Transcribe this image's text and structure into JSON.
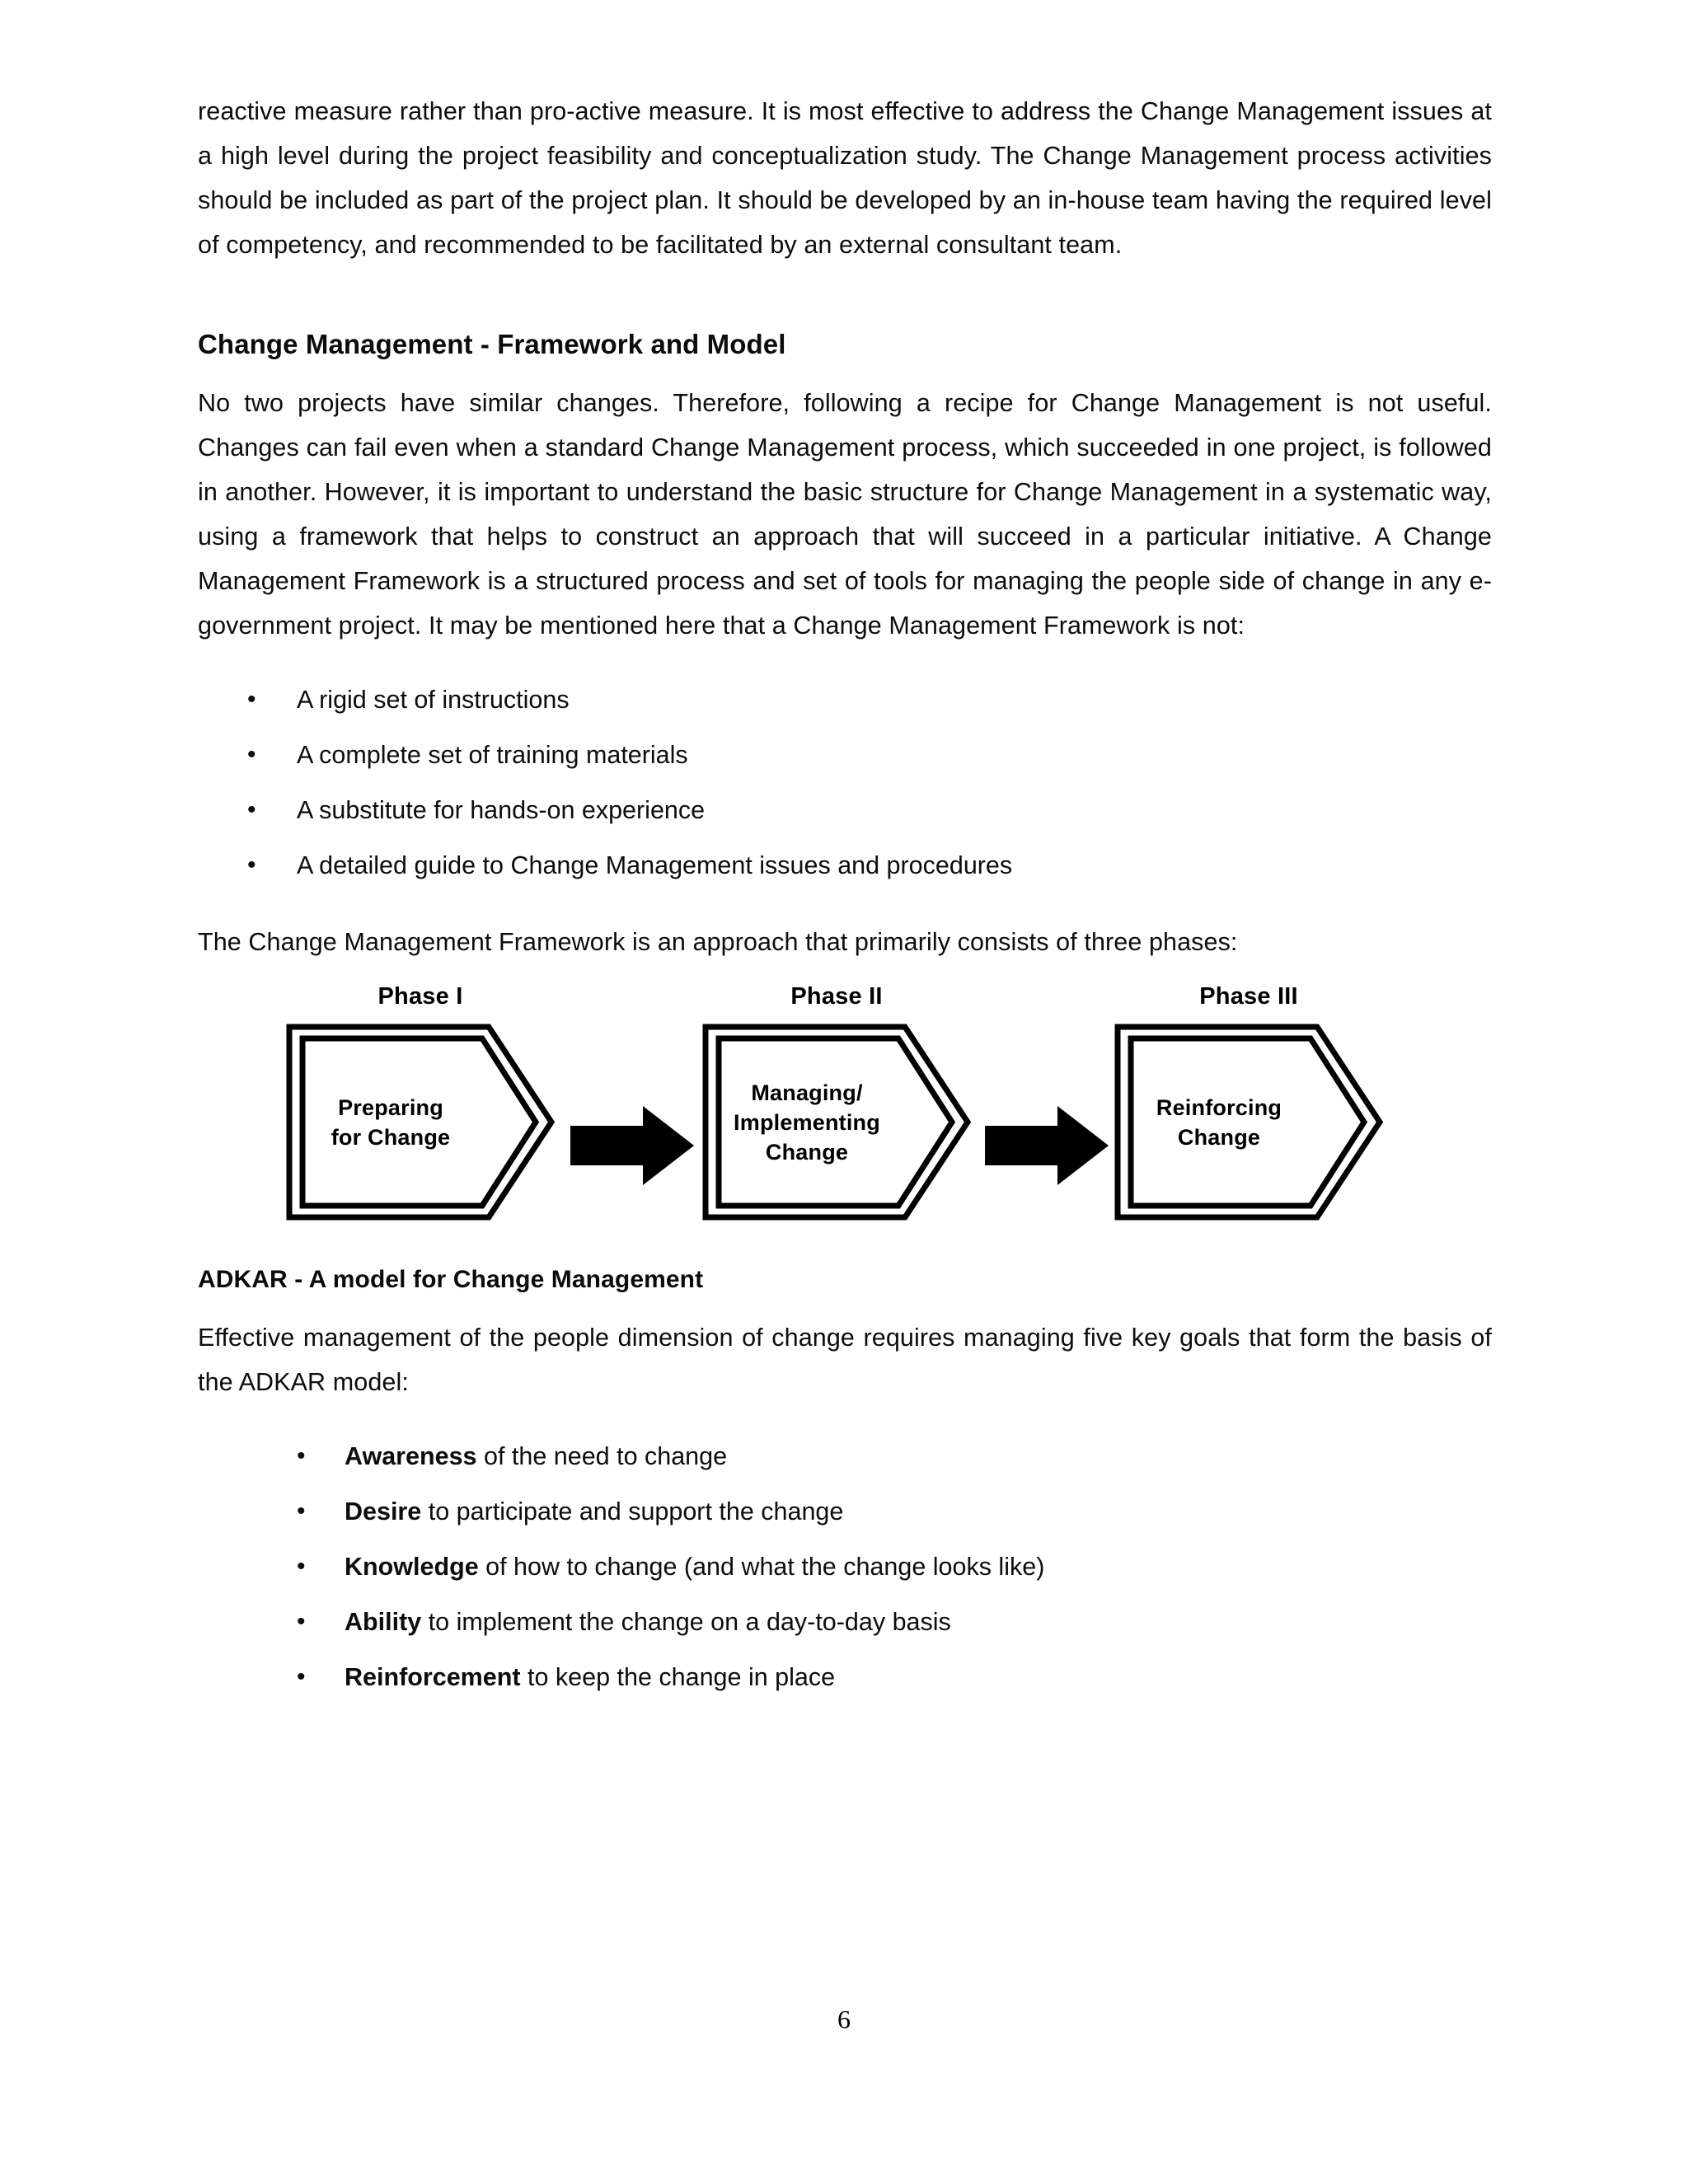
{
  "document": {
    "page_number": "6",
    "paragraphs": {
      "intro": "reactive measure rather than pro-active measure. It is most effective to address the Change Management issues at a high level during the project feasibility and conceptualization study. The Change Management process activities should be included as part of the project plan. It should be developed by an in-house team having the required level of competency, and recommended to be facilitated by an external consultant team.",
      "framework_body": "No two projects have similar changes. Therefore, following a recipe for Change Management is not useful. Changes can fail even when a standard Change Management process, which succeeded in one project, is followed in another. However, it is important to understand the basic structure for Change Management in a systematic way, using a framework that helps to construct an approach that will succeed in a particular initiative. A Change Management Framework is a structured process and set of tools for managing the people side of change in any e-government project. It may be mentioned here that a Change Management Framework is not:",
      "three_phases_lead": "The Change Management Framework is an approach that primarily consists of three phases:",
      "adkar_body": "Effective management of the people dimension of change requires managing five key goals that form the basis of the ADKAR model:"
    },
    "headings": {
      "framework_and_model": "Change Management - Framework and Model",
      "adkar": "ADKAR - A model for Change Management"
    },
    "not_list": [
      "A rigid set of instructions",
      "A complete set of training materials",
      "A substitute for hands-on experience",
      "A detailed guide to Change Management issues and procedures"
    ],
    "adkar_list": [
      {
        "term": "Awareness",
        "rest": " of the need to change"
      },
      {
        "term": "Desire",
        "rest": " to participate and support the change"
      },
      {
        "term": "Knowledge",
        "rest": " of how to change (and what the change looks like)"
      },
      {
        "term": "Ability",
        "rest": " to implement the change on a day-to-day basis"
      },
      {
        "term": "Reinforcement",
        "rest": " to keep the change in place"
      }
    ],
    "phase_diagram": {
      "phases": [
        {
          "label": "Phase I",
          "line1": "Preparing",
          "line2": "for Change",
          "line3": ""
        },
        {
          "label": "Phase II",
          "line1": "Managing/",
          "line2": "Implementing",
          "line3": "Change"
        },
        {
          "label": "Phase III",
          "line1": "Reinforcing",
          "line2": "Change",
          "line3": ""
        }
      ],
      "connector": "right-arrow",
      "outline_color": "#000000",
      "fill_color": "#ffffff"
    }
  }
}
